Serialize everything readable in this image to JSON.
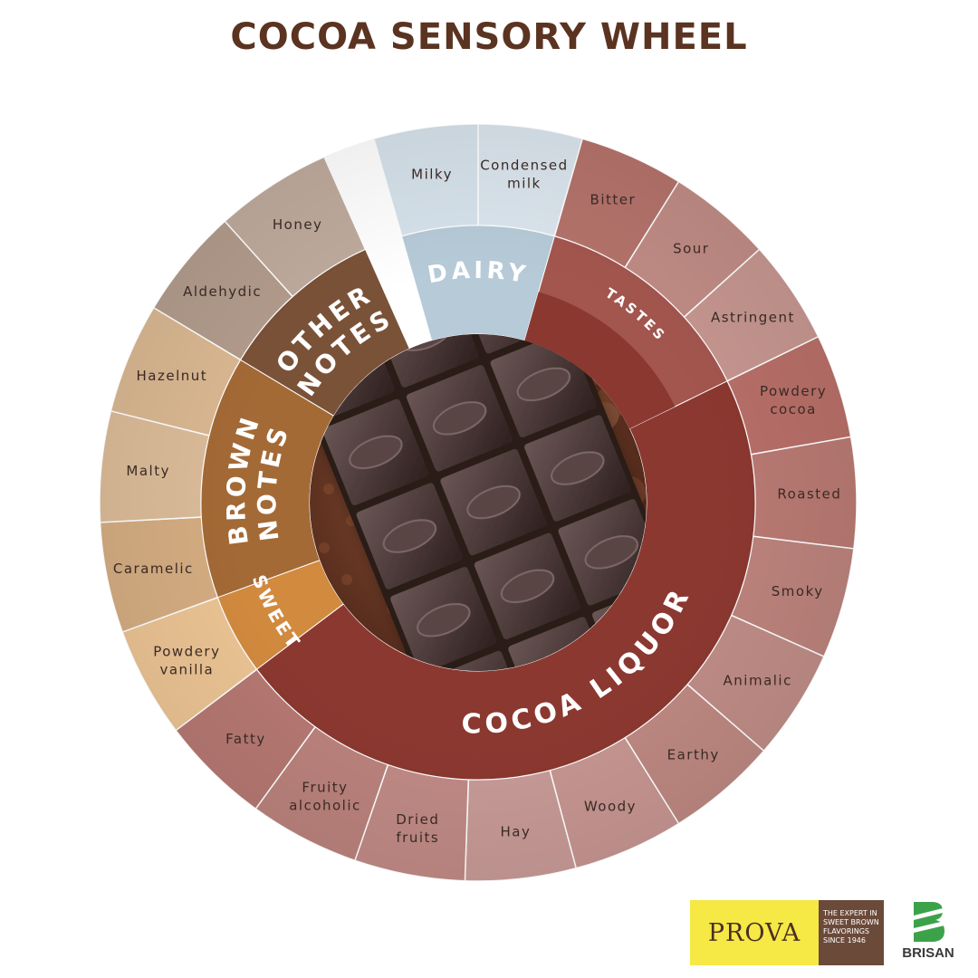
{
  "title": "COCOA SENSORY WHEEL",
  "wheel": {
    "center_image": "chocolate-bar-with-cocoa-beans",
    "categories": [
      {
        "name": "DAIRY",
        "color": "#b6cad8"
      },
      {
        "name": "TASTES",
        "color": "#a3564e"
      },
      {
        "name": "COCOA LIQUOR",
        "color": "#8b3830"
      },
      {
        "name": "SWEET",
        "color": "#d28a3e"
      },
      {
        "name": "BROWN NOTES",
        "lines": [
          "BROWN",
          "NOTES"
        ],
        "color": "#a46a36"
      },
      {
        "name": "OTHER NOTES",
        "lines": [
          "OTHER",
          "NOTES"
        ],
        "color": "#7a5238"
      }
    ],
    "descriptors": [
      {
        "lines": [
          "Milky"
        ],
        "category": "DAIRY",
        "color": "#d6e2eb"
      },
      {
        "lines": [
          "Condensed",
          "milk"
        ],
        "category": "DAIRY",
        "color": "#dbe5ed"
      },
      {
        "lines": [
          "Bitter"
        ],
        "category": "TASTES",
        "color": "#b4736b"
      },
      {
        "lines": [
          "Sour"
        ],
        "category": "TASTES",
        "color": "#c08c85"
      },
      {
        "lines": [
          "Astringent"
        ],
        "category": "TASTES",
        "color": "#c69690"
      },
      {
        "lines": [
          "Powdery",
          "cocoa"
        ],
        "category": "COCOA LIQUOR",
        "color": "#b86f68"
      },
      {
        "lines": [
          "Roasted"
        ],
        "category": "COCOA LIQUOR",
        "color": "#b97a73"
      },
      {
        "lines": [
          "Smoky"
        ],
        "category": "COCOA LIQUOR",
        "color": "#bc837c"
      },
      {
        "lines": [
          "Animalic"
        ],
        "category": "COCOA LIQUOR",
        "color": "#bf8c86"
      },
      {
        "lines": [
          "Earthy"
        ],
        "category": "COCOA LIQUOR",
        "color": "#bd8881"
      },
      {
        "lines": [
          "Woody"
        ],
        "category": "COCOA LIQUOR",
        "color": "#c69591"
      },
      {
        "lines": [
          "Hay"
        ],
        "category": "COCOA LIQUOR",
        "color": "#c79a96"
      },
      {
        "lines": [
          "Dried",
          "fruits"
        ],
        "category": "COCOA LIQUOR",
        "color": "#c08a85"
      },
      {
        "lines": [
          "Fruity",
          "alcoholic"
        ],
        "category": "COCOA LIQUOR",
        "color": "#bb827c"
      },
      {
        "lines": [
          "Fatty"
        ],
        "category": "COCOA LIQUOR",
        "color": "#b67872"
      },
      {
        "lines": [
          "Powdery",
          "vanilla"
        ],
        "category": "SWEET",
        "color": "#ecc494"
      },
      {
        "lines": [
          "Caramelic"
        ],
        "category": "BROWN NOTES",
        "color": "#d5ad82"
      },
      {
        "lines": [
          "Malty"
        ],
        "category": "BROWN NOTES",
        "color": "#dcbc99"
      },
      {
        "lines": [
          "Hazelnut"
        ],
        "category": "BROWN NOTES",
        "color": "#dab892"
      },
      {
        "lines": [
          "Aldehydic"
        ],
        "category": "OTHER NOTES",
        "color": "#b39c8c"
      },
      {
        "lines": [
          "Honey"
        ],
        "category": "OTHER NOTES",
        "color": "#bfab9d"
      }
    ]
  },
  "logos": {
    "prova": {
      "name": "PROVA",
      "tagline": [
        "THE EXPERT IN",
        "SWEET BROWN",
        "FLAVORINGS",
        "SINCE 1946"
      ],
      "yellow": "#f6e845",
      "brown": "#6b4a3a"
    },
    "brisan": {
      "name": "BRISAN",
      "color": "#3ca24a"
    }
  }
}
